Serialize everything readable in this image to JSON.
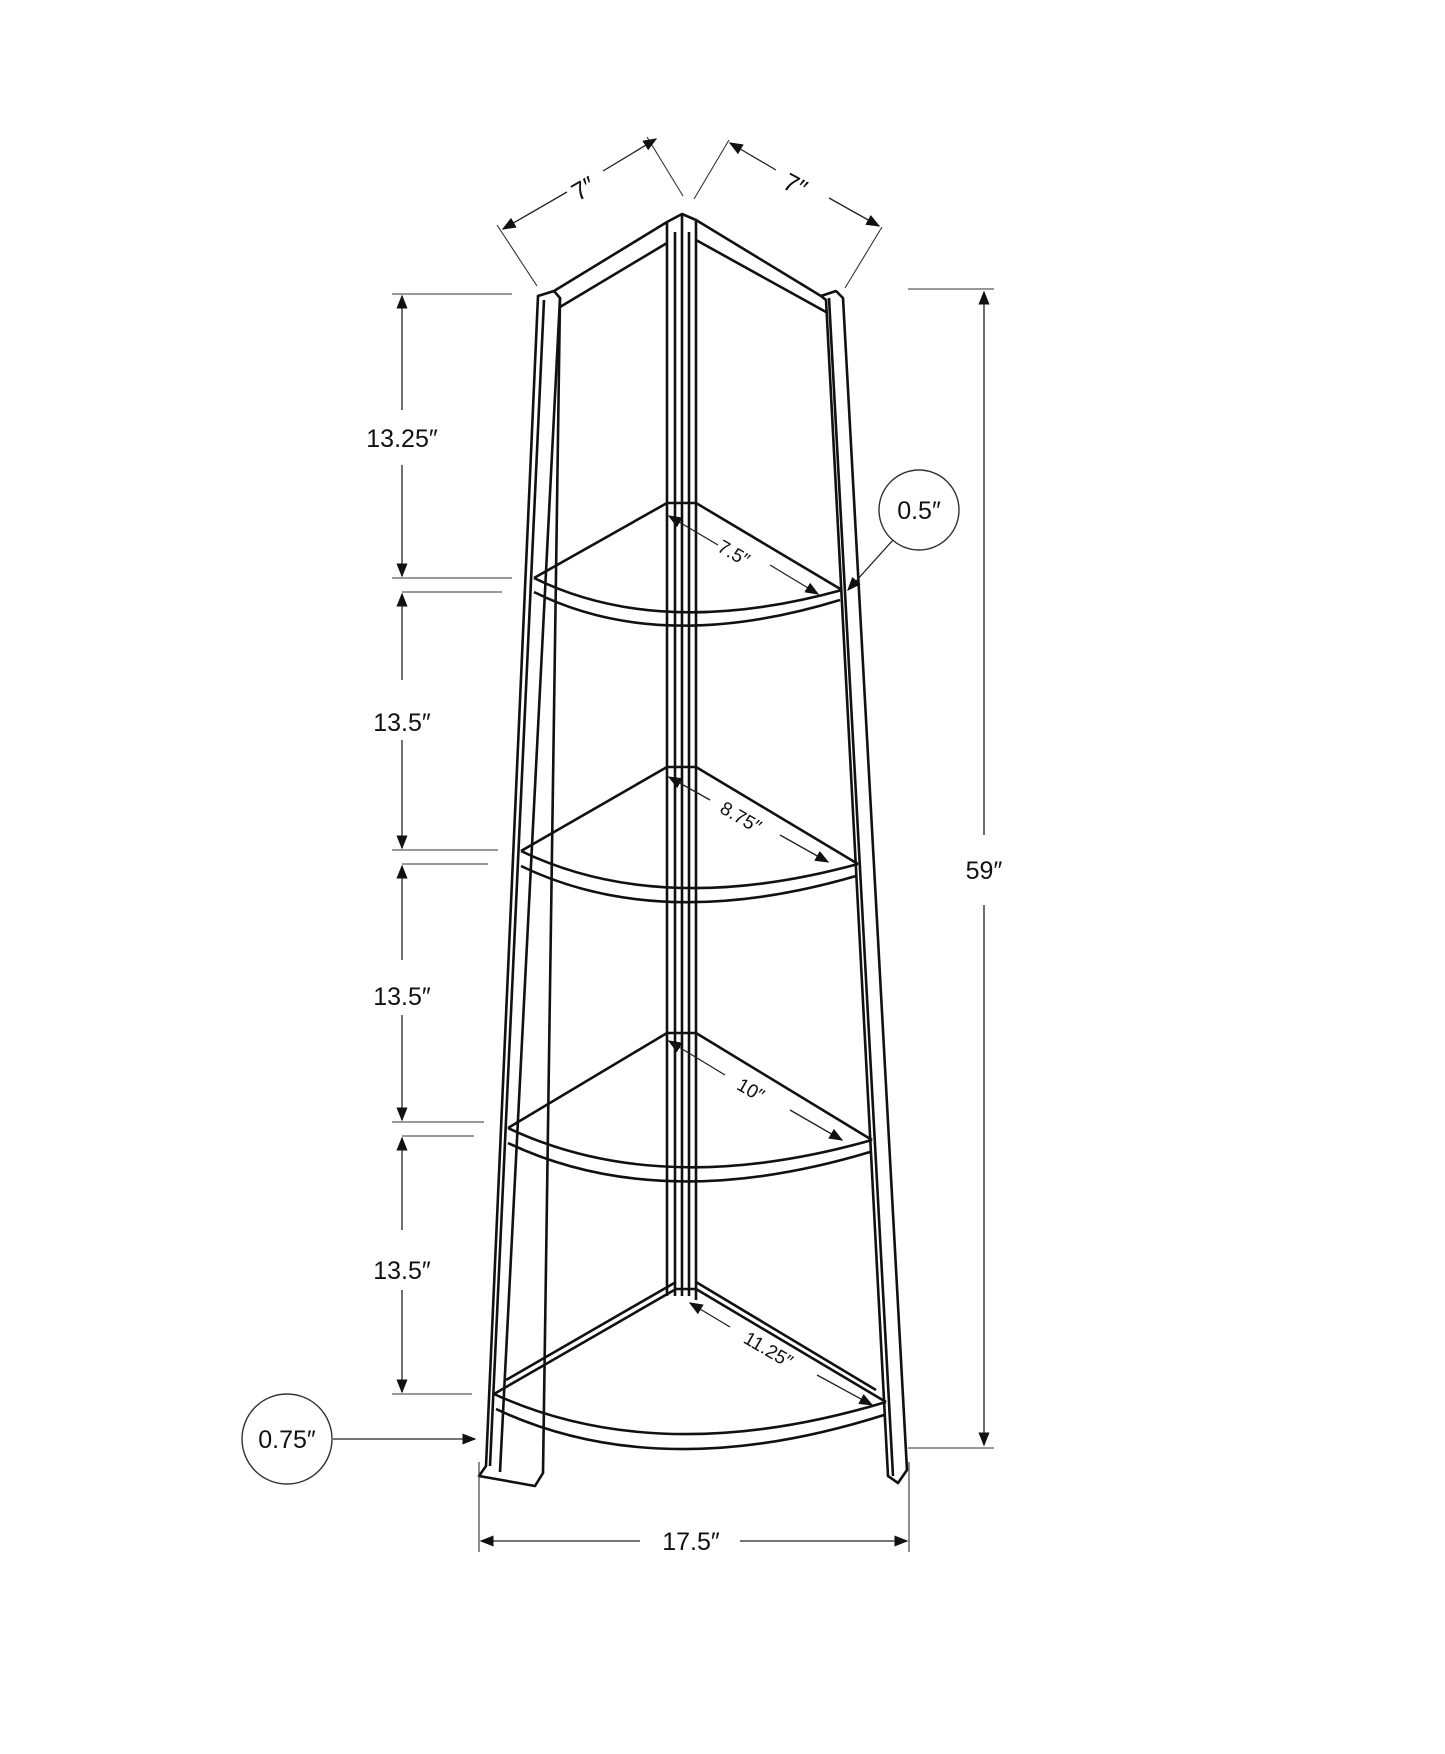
{
  "diagram": {
    "subject": "5-tier corner ladder bookshelf",
    "colors": {
      "line": "#111111",
      "background": "#ffffff"
    },
    "dimensions": {
      "top_depth_left": "7″",
      "top_depth_right": "7″",
      "total_height": "59″",
      "base_width": "17.5″",
      "leg_thickness": "0.75″",
      "shelf_thickness": "0.5″",
      "vertical_spacings": [
        "13.25″",
        "13.5″",
        "13.5″",
        "13.5″"
      ],
      "shelf_depths": [
        "7.5″",
        "8.75″",
        "10″",
        "11.25″"
      ]
    }
  }
}
